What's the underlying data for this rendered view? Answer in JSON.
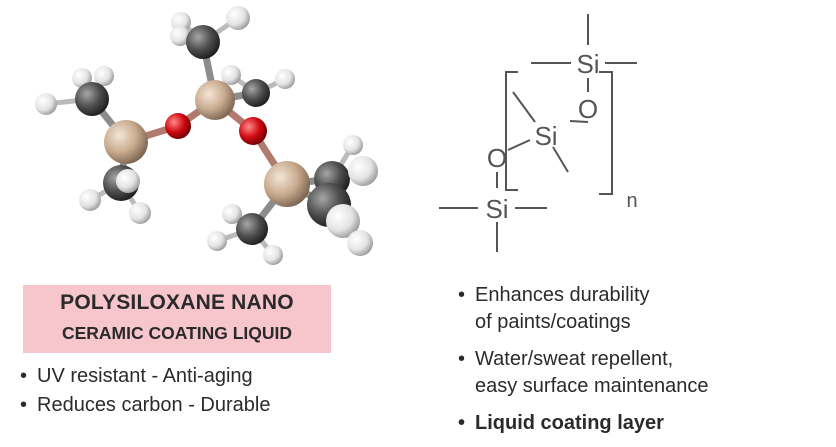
{
  "title": {
    "line1": "POLYSILOXANE NANO",
    "line2": "CERAMIC COATING LIQUID"
  },
  "left_features": [
    "UV resistant - Anti-aging",
    "Reduces carbon - Durable"
  ],
  "right_features": [
    {
      "line1": "Enhances durability",
      "line2": "of paints/coatings"
    },
    {
      "line1": "Water/sweat repellent,",
      "line2": "easy surface maintenance"
    },
    {
      "line1": "Liquid coating layer",
      "line2": ""
    }
  ],
  "bullet_glyph": "•",
  "formula": {
    "si_label": "Si",
    "o_label": "O",
    "repeat_subscript": "n"
  },
  "colors": {
    "title_background": "#f7c6cd",
    "silicon_atom": "#c9ab8f",
    "oxygen_atom": "#d10a12",
    "carbon_atom": "#4e4e4e",
    "hydrogen_atom": "#e4e4e4",
    "formula_stroke": "#555555"
  }
}
